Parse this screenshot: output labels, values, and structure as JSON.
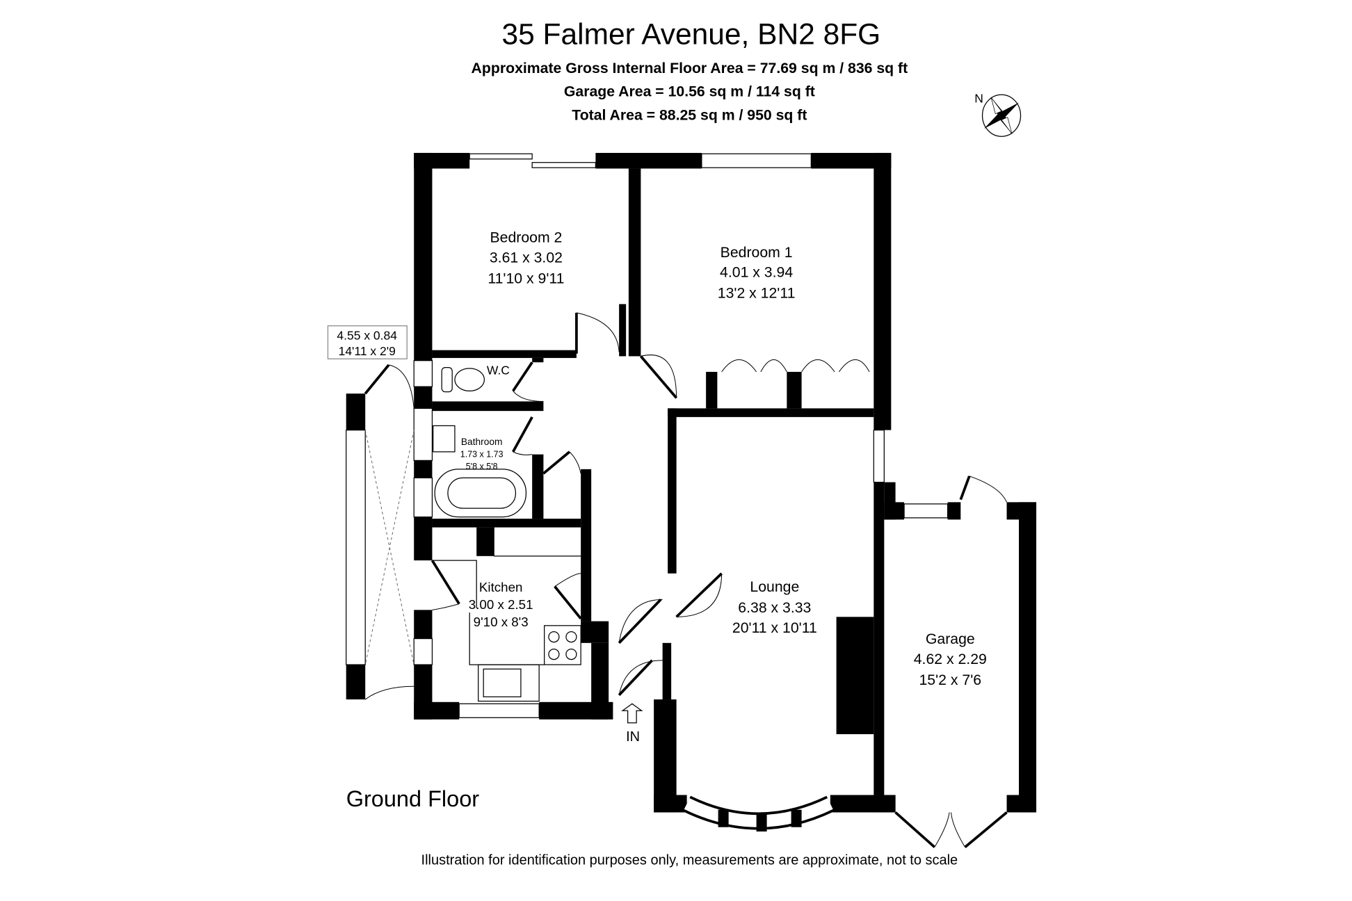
{
  "header": {
    "title": "35 Falmer Avenue, BN2 8FG",
    "gross_area": "Approximate Gross Internal Floor Area = 77.69 sq m / 836 sq ft",
    "garage_area": "Garage Area = 10.56 sq m / 114 sq ft",
    "total_area": "Total Area = 88.25 sq m / 950 sq ft"
  },
  "compass": {
    "label": "N",
    "icon": "compass-rose-icon"
  },
  "rooms": {
    "bedroom2": {
      "name": "Bedroom 2",
      "metric": "3.61 x 3.02",
      "imperial": "11'10 x 9'11"
    },
    "bedroom1": {
      "name": "Bedroom 1",
      "metric": "4.01 x 3.94",
      "imperial": "13'2 x 12'11"
    },
    "wc": {
      "name": "W.C"
    },
    "bathroom": {
      "name": "Bathroom",
      "metric": "1.73 x 1.73",
      "imperial": "5'8 x 5'8"
    },
    "kitchen": {
      "name": "Kitchen",
      "metric": "3.00 x 2.51",
      "imperial": "9'10 x 8'3"
    },
    "lounge": {
      "name": "Lounge",
      "metric": "6.38 x 3.33",
      "imperial": "20'11 x 10'11"
    },
    "garage": {
      "name": "Garage",
      "metric": "4.62 x 2.29",
      "imperial": "15'2 x 7'6"
    },
    "side_passage": {
      "metric": "4.55 x 0.84",
      "imperial": "14'11 x 2'9"
    }
  },
  "entrance_label": "IN",
  "floor_label": "Ground Floor",
  "disclaimer": "Illustration for identification purposes only, measurements are approximate, not to scale"
}
